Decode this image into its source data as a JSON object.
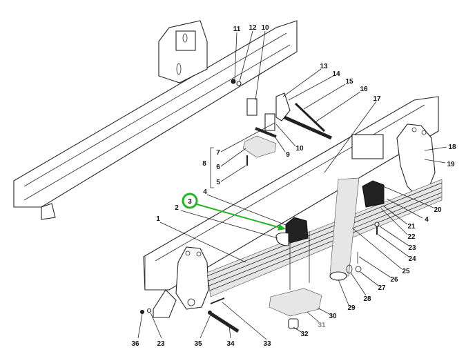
{
  "diagram": {
    "highlight_color": "#22b422",
    "highlighted_label": "3",
    "labels": {
      "l1": "1",
      "l2": "2",
      "l3": "3",
      "l4a": "4",
      "l4b": "4",
      "l5": "5",
      "l6": "6",
      "l7": "7",
      "l8": "8",
      "l9": "9",
      "l10a": "10",
      "l10b": "10",
      "l11": "11",
      "l12": "12",
      "l13": "13",
      "l14": "14",
      "l15": "15",
      "l16": "16",
      "l17": "17",
      "l18": "18",
      "l19": "19",
      "l20": "20",
      "l21": "21",
      "l22": "22",
      "l23a": "23",
      "l23b": "23",
      "l24": "24",
      "l25": "25",
      "l26": "26",
      "l27": "27",
      "l28": "28",
      "l29": "29",
      "l30": "30",
      "l31": "31",
      "l32": "32",
      "l33": "33",
      "l34": "34",
      "l35": "35",
      "l36": "36"
    }
  }
}
